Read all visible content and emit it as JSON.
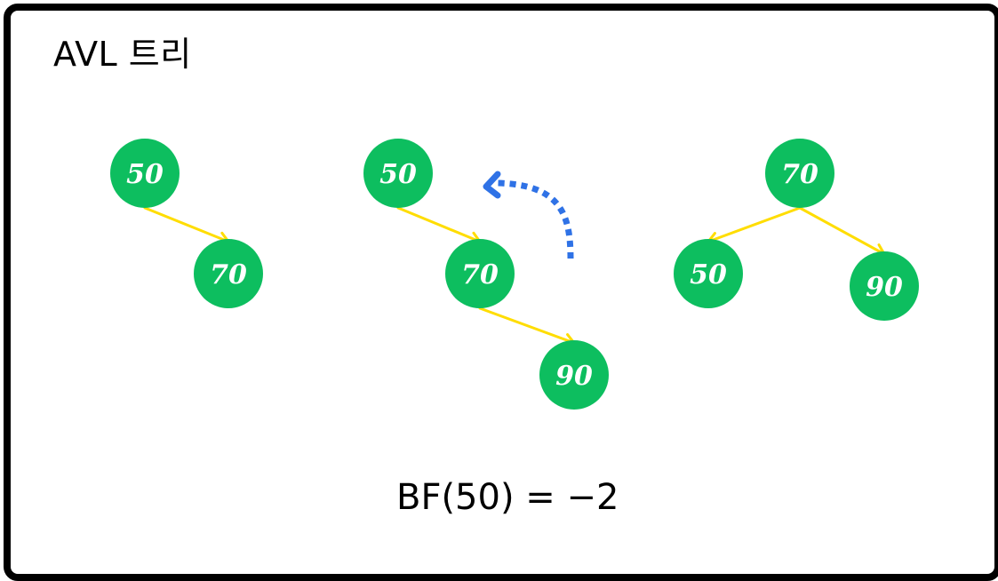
{
  "title": "AVL 트리",
  "formula": "BF(50) = −2",
  "colors": {
    "node_fill": "#0DBE5F",
    "edge": "#FFDD00",
    "rotation_arrow": "#2F72E6",
    "node_text": "#FFFFFF",
    "frame": "#000000"
  },
  "trees": [
    {
      "name": "tree-before-insert",
      "nodes": [
        {
          "id": "t1-50",
          "label": "50"
        },
        {
          "id": "t1-70",
          "label": "70"
        }
      ],
      "edges": [
        {
          "from": "t1-50",
          "to": "t1-70"
        }
      ]
    },
    {
      "name": "tree-unbalanced",
      "nodes": [
        {
          "id": "t2-50",
          "label": "50"
        },
        {
          "id": "t2-70",
          "label": "70"
        },
        {
          "id": "t2-90",
          "label": "90"
        }
      ],
      "edges": [
        {
          "from": "t2-50",
          "to": "t2-70"
        },
        {
          "from": "t2-70",
          "to": "t2-90"
        }
      ]
    },
    {
      "name": "tree-balanced",
      "nodes": [
        {
          "id": "t3-70",
          "label": "70"
        },
        {
          "id": "t3-50",
          "label": "50"
        },
        {
          "id": "t3-90",
          "label": "90"
        }
      ],
      "edges": [
        {
          "from": "t3-70",
          "to": "t3-50"
        },
        {
          "from": "t3-70",
          "to": "t3-90"
        }
      ]
    }
  ],
  "rotation_arrow": {
    "icon": "left-rotation-dotted-arrow-icon"
  }
}
